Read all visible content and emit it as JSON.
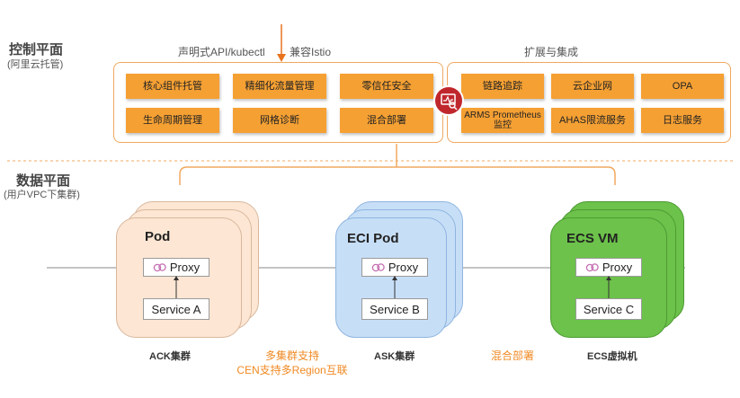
{
  "control_plane": {
    "title": "控制平面",
    "subtitle": "(阿里云托管)",
    "caption_api": "声明式API/kubectl",
    "caption_istio": "兼容Istio",
    "caption_ext": "扩展与集成",
    "core_tags": [
      "核心组件托管",
      "精细化流量管理",
      "零信任安全",
      "生命周期管理",
      "网格诊断",
      "混合部署"
    ],
    "ext_tags": [
      "链路追踪",
      "云企业网",
      "OPA",
      "ARMS Prometheus监控",
      "AHAS限流服务",
      "日志服务"
    ]
  },
  "data_plane": {
    "title": "数据平面",
    "subtitle": "(用户VPC下集群)"
  },
  "clusters": [
    {
      "title": "Pod",
      "proxy": "Proxy",
      "service": "Service A",
      "label": "ACK集群"
    },
    {
      "title": "ECI Pod",
      "proxy": "Proxy",
      "service": "Service B",
      "label": "ASK集群"
    },
    {
      "title": "ECS VM",
      "proxy": "Proxy",
      "service": "Service C",
      "label": "ECS虚拟机"
    }
  ],
  "notes": {
    "multi_cluster_line1": "多集群支持",
    "multi_cluster_line2": "CEN支持多Region互联",
    "hybrid": "混合部署"
  },
  "colors": {
    "accent_orange": "#f5a033",
    "pod_fill": "#fde6d3",
    "eci_fill": "#c7def7",
    "ecs_fill": "#6cc24a",
    "monitor_icon": "#c0272d"
  }
}
